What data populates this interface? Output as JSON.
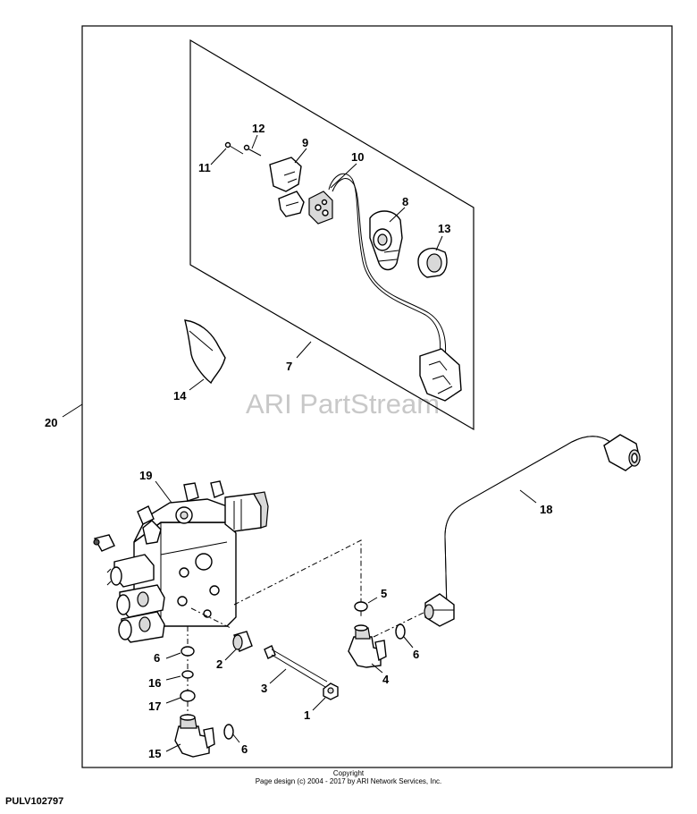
{
  "diagram": {
    "callouts": [
      {
        "id": "1",
        "label": "1"
      },
      {
        "id": "2",
        "label": "2"
      },
      {
        "id": "3",
        "label": "3"
      },
      {
        "id": "4",
        "label": "4"
      },
      {
        "id": "5",
        "label": "5"
      },
      {
        "id": "6a",
        "label": "6"
      },
      {
        "id": "6b",
        "label": "6"
      },
      {
        "id": "6c",
        "label": "6"
      },
      {
        "id": "7",
        "label": "7"
      },
      {
        "id": "8",
        "label": "8"
      },
      {
        "id": "9",
        "label": "9"
      },
      {
        "id": "10",
        "label": "10"
      },
      {
        "id": "11",
        "label": "11"
      },
      {
        "id": "12",
        "label": "12"
      },
      {
        "id": "13",
        "label": "13"
      },
      {
        "id": "14",
        "label": "14"
      },
      {
        "id": "15",
        "label": "15"
      },
      {
        "id": "16",
        "label": "16"
      },
      {
        "id": "17",
        "label": "17"
      },
      {
        "id": "18",
        "label": "18"
      },
      {
        "id": "19",
        "label": "19"
      },
      {
        "id": "20",
        "label": "20"
      }
    ],
    "watermark": "ARI PartStream",
    "copyright_line1": "Copyright",
    "copyright_line2": "Page design (c) 2004 - 2017 by ARI Network Services, Inc.",
    "diagram_code": "PULV102797"
  }
}
